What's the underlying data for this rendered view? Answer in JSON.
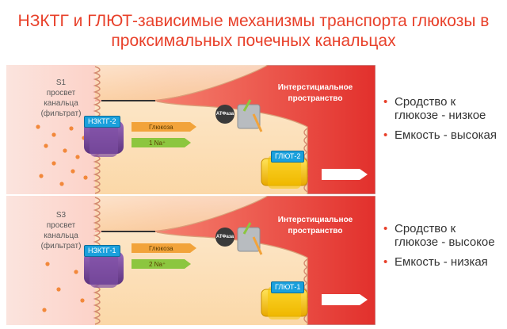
{
  "title": {
    "line1": "НЗКТГ и ГЛЮТ-зависимые механизмы транспорта глюкозы в",
    "line2": "проксимальных почечных канальцах"
  },
  "panels": [
    {
      "segment": "S1",
      "lumen_line1": "просвет",
      "lumen_line2": "канальца",
      "lumen_line3": "(фильтрат)",
      "interstitial_line1": "Интерстициальное",
      "interstitial_line2": "пространство",
      "transporter": "НЗКТГ-2",
      "glucose_label": "Глюкоза",
      "sodium_label": "1 Na⁺",
      "atpase": "АТФаза",
      "glut": "ГЛЮТ-2",
      "bullets": [
        "Сродство к глюкозе - низкое",
        "Емкость - высокая"
      ]
    },
    {
      "segment": "S3",
      "lumen_line1": "просвет",
      "lumen_line2": "канальца",
      "lumen_line3": "(фильтрат)",
      "interstitial_line1": "Интерстициальное",
      "interstitial_line2": "пространство",
      "transporter": "НЗКТГ-1",
      "glucose_label": "Глюкоза",
      "sodium_label": "2 Na⁺",
      "atpase": "АТФаза",
      "glut": "ГЛЮТ-1",
      "bullets": [
        "Сродство к глюкозе - высокое",
        "Емкость - низкая"
      ]
    }
  ],
  "colors": {
    "title": "#e8402a",
    "interstitial": "#e83a3a",
    "lumen": "#fbe2dc",
    "cell": "#fde6c4",
    "transporter": "#7a4a9a",
    "glucose_arrow": "#f2a33a",
    "sodium_arrow": "#8cc63f",
    "glut": "#f5c400",
    "tag": "#1aa0dc"
  }
}
